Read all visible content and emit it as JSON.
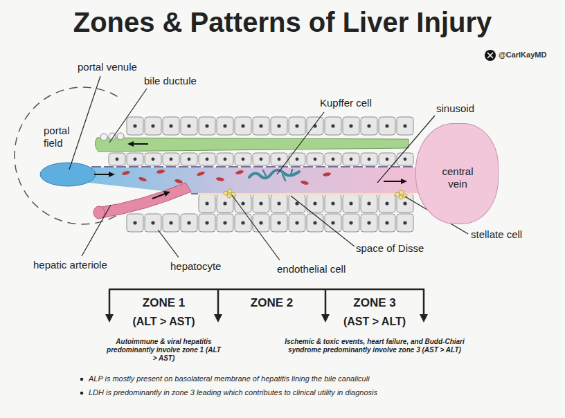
{
  "diagram": {
    "title": "Zones & Patterns of Liver Injury",
    "nodes": [
      {
        "text": [
          "portal field"
        ]
      },
      {
        "text": [
          "central vein"
        ]
      }
    ],
    "labels": [
      "@CarlKayMD",
      "portal venule",
      "bile ductule",
      "Kupffer cell",
      "sinusoid",
      "hepatic arteriole",
      "hepatocyte",
      "endothelial cell",
      "space of Disse",
      "stellate cell",
      "ZONE 1",
      "(ALT > AST)",
      "ZONE 2",
      "ZONE 3",
      "(AST > ALT)",
      "Autoimmune & viral hepatitis predominantly involve zone 1 (ALT > AST)",
      "Ischemic & toxic events, heart failure, and Budd-Chiari syndrome predominantly involve zone 3 (AST > ALT)",
      "ALP is mostly present on basolateral membrane of hepatitis lining the bile canaliculi",
      "LDH is predominantly in zone 3 leading which contributes to clinical utility in diagnosis"
    ]
  }
}
